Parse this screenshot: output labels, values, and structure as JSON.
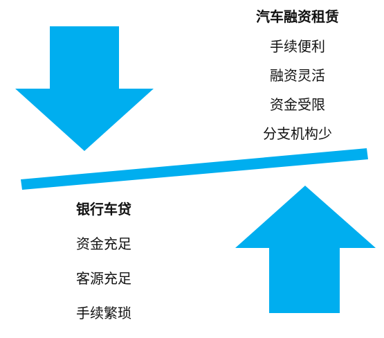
{
  "colors": {
    "accent": "#00AEEF"
  },
  "right_group": {
    "title": "汽车融资租赁",
    "items": [
      "手续便利",
      "融资灵活",
      "资金受限",
      "分支机构少"
    ]
  },
  "left_group": {
    "title": "银行车贷",
    "items": [
      "资金充足",
      "客源充足",
      "手续繁琐"
    ]
  }
}
